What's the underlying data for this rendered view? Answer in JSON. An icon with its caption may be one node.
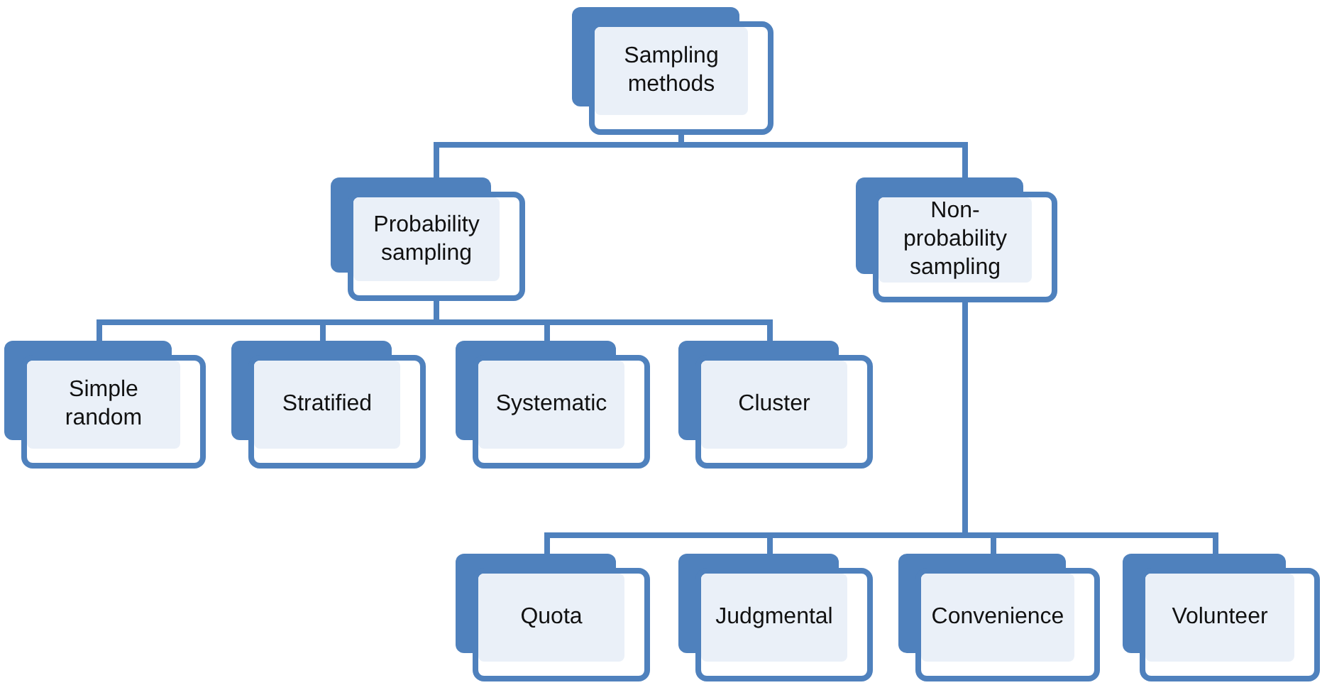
{
  "diagram": {
    "nodes": [
      {
        "text": [
          "Sampling methods"
        ]
      },
      {
        "text": [
          "Probability sampling"
        ]
      },
      {
        "text": [
          "Non-probability sampling"
        ]
      },
      {
        "text": [
          "Simple random"
        ]
      },
      {
        "text": [
          "Stratified"
        ]
      },
      {
        "text": [
          "Systematic"
        ]
      },
      {
        "text": [
          "Cluster"
        ]
      },
      {
        "text": [
          "Quota"
        ]
      },
      {
        "text": [
          "Judgmental"
        ]
      },
      {
        "text": [
          "Convenience"
        ]
      },
      {
        "text": [
          "Volunteer"
        ]
      }
    ],
    "edges": [
      {
        "from": 0,
        "to": 1,
        "arrow": "none"
      },
      {
        "from": 0,
        "to": 2,
        "arrow": "none"
      },
      {
        "from": 1,
        "to": 3,
        "arrow": "none"
      },
      {
        "from": 1,
        "to": 4,
        "arrow": "none"
      },
      {
        "from": 1,
        "to": 5,
        "arrow": "none"
      },
      {
        "from": 1,
        "to": 6,
        "arrow": "none"
      },
      {
        "from": 2,
        "to": 7,
        "arrow": "none"
      },
      {
        "from": 2,
        "to": 8,
        "arrow": "none"
      },
      {
        "from": 2,
        "to": 9,
        "arrow": "none"
      },
      {
        "from": 2,
        "to": 10,
        "arrow": "none"
      }
    ]
  }
}
